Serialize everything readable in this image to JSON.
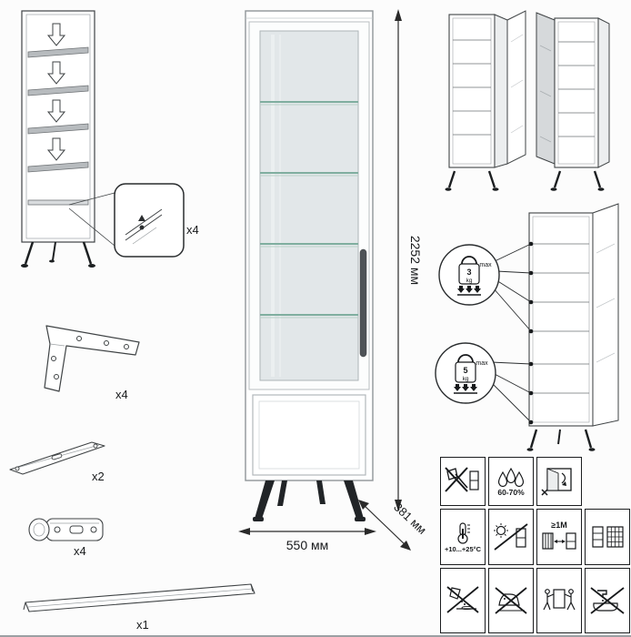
{
  "dimensions": {
    "height": "2252 мм",
    "width": "550 мм",
    "depth": "381 мм"
  },
  "quantities": {
    "shelf_support": "x4",
    "leg_bracket": "x4",
    "rail": "x2",
    "hinge": "x4",
    "handle": "x1"
  },
  "load_limits": {
    "upper": {
      "value": "3",
      "unit": "kg",
      "max": "max"
    },
    "lower": {
      "value": "5",
      "unit": "kg",
      "max": "max"
    }
  },
  "care_symbols": [
    {
      "name": "no-sharp-tools",
      "label": ""
    },
    {
      "name": "humidity",
      "label": "60-70%"
    },
    {
      "name": "window-ventilation",
      "label": ""
    },
    {
      "name": "temperature",
      "label": "+10...+25°C"
    },
    {
      "name": "no-direct-sunlight",
      "label": ""
    },
    {
      "name": "heat-source-distance",
      "label": "≥1M"
    },
    {
      "name": "ventilation-grid",
      "label": ""
    },
    {
      "name": "no-liquids",
      "label": ""
    },
    {
      "name": "no-ironing",
      "label": ""
    },
    {
      "name": "two-person-carry",
      "label": ""
    },
    {
      "name": "no-washing",
      "label": ""
    }
  ]
}
